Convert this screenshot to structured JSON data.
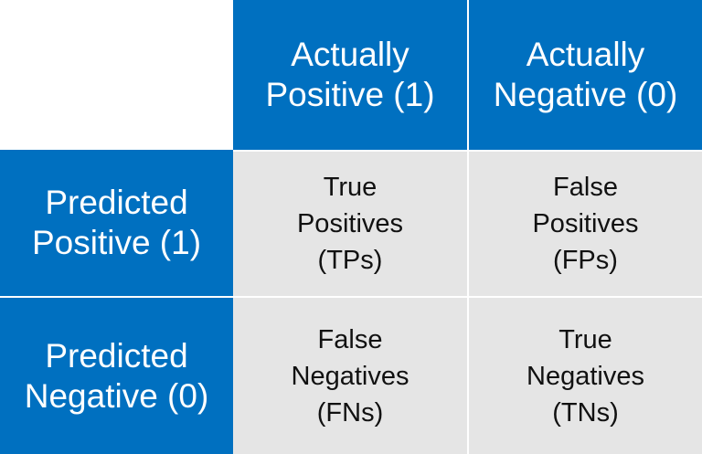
{
  "colors": {
    "header_bg": "#0070c0",
    "header_text": "#ffffff",
    "cell_bg": "#e5e5e5",
    "cell_text": "#111111"
  },
  "columns": [
    {
      "line1": "Actually",
      "line2": "Positive (1)"
    },
    {
      "line1": "Actually",
      "line2": "Negative (0)"
    }
  ],
  "rows": [
    {
      "line1": "Predicted",
      "line2": "Positive (1)"
    },
    {
      "line1": "Predicted",
      "line2": "Negative (0)"
    }
  ],
  "cells": [
    [
      {
        "line1": "True",
        "line2": "Positives",
        "line3": "(TPs)"
      },
      {
        "line1": "False",
        "line2": "Positives",
        "line3": "(FPs)"
      }
    ],
    [
      {
        "line1": "False",
        "line2": "Negatives",
        "line3": "(FNs)"
      },
      {
        "line1": "True",
        "line2": "Negatives",
        "line3": "(TNs)"
      }
    ]
  ]
}
